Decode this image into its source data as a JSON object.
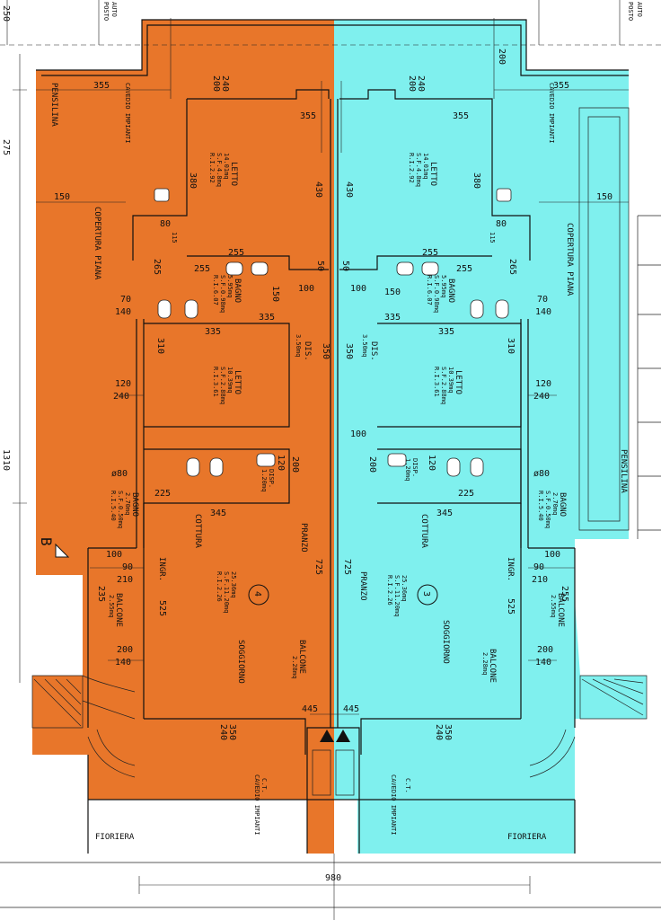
{
  "colors": {
    "unit_4": "#e8762a",
    "unit_3": "#7ff0ee",
    "walls": "#111111",
    "background": "#ffffff"
  },
  "corner_top": {
    "label_left_a": "POSTO",
    "label_left_b": "AUTO",
    "label_right_a": "POSTO",
    "label_right_b": "AUTO",
    "dim_250": "250",
    "dim_275": "275",
    "dim_1310": "1310"
  },
  "unit4": {
    "number": "4",
    "pensilina": "PENSILINA",
    "copertura": "COPERTURA PIANA",
    "cavedio_top": "CAVEDIO IMPIANTI",
    "letto1": {
      "name": "LETTO",
      "a": "14.01mq",
      "b": "S.F.4.8mq",
      "c": "R.I.2.92"
    },
    "bagno1": {
      "name": "BAGNO",
      "a": "5.95mq",
      "b": "S.F.0.98mq",
      "c": "R.I.6.07"
    },
    "letto2": {
      "name": "LETTO",
      "a": "10.39mq",
      "b": "S.F.2.88mq",
      "c": "R.I.3.61"
    },
    "dis": {
      "name": "DIS.",
      "a": "3.50mq"
    },
    "bagno2": {
      "name": "BAGNO",
      "a": "2.70mq",
      "b": "S.F.0.50mq",
      "c": "R.I.5.40"
    },
    "dispensa": {
      "name": "DISP.",
      "a": "1.20mq"
    },
    "soggiorno": {
      "name": "SOGGIORNO",
      "a": "25.36mq",
      "b": "S.F.11.20mq",
      "c": "R.I.2.26"
    },
    "cottura": "COTTURA",
    "pranzo": "PRANZO",
    "ingr": "INGR.",
    "balcone_side": {
      "name": "BALCONE",
      "a": "2.55mq"
    },
    "balcone_main": {
      "name": "BALCONE",
      "a": "2.28mq"
    },
    "ct": "C.T.",
    "cavedio_bottom": "CAVEDIO IMPIANTI",
    "fioriera": "FIORIERA",
    "section": "B"
  },
  "unit3": {
    "number": "3",
    "pensilina": "PENSILINA",
    "copertura": "COPERTURA PIANA",
    "cavedio_top": "CAVEDIO IMPIANTI",
    "letto1": {
      "name": "LETTO",
      "a": "14.01mq",
      "b": "S.F.4.8mq",
      "c": "R.I.2.92"
    },
    "bagno1": {
      "name": "BAGNO",
      "a": "5.95mq",
      "b": "S.F.0.98mq",
      "c": "R.I.6.07"
    },
    "letto2": {
      "name": "LETTO",
      "a": "10.39mq",
      "b": "S.F.2.88mq",
      "c": "R.I.3.61"
    },
    "dis": {
      "name": "DIS.",
      "a": "3.50mq"
    },
    "bagno2": {
      "name": "BAGNO",
      "a": "2.70mq",
      "b": "S.F.0.50mq",
      "c": "R.I.5.40"
    },
    "dispensa": {
      "name": "DISP.",
      "a": "1.20mq"
    },
    "soggiorno": {
      "name": "SOGGIORNO",
      "a": "25.36mq",
      "b": "S.F.11.20mq",
      "c": "R.I.2.26"
    },
    "cottura": "COTTURA",
    "pranzo": "PRANZO",
    "ingr": "INGR.",
    "balcone_side": {
      "name": "BALCONE",
      "a": "2.55mq"
    },
    "balcone_main": {
      "name": "BALCONE",
      "a": "2.28mq"
    },
    "ct": "C.T.",
    "cavedio_bottom": "CAVEDIO IMPIANTI",
    "fioriera": "FIORIERA"
  },
  "dims": {
    "d355": "355",
    "d200": "200",
    "d240": "240",
    "d380": "380",
    "d430": "430",
    "d150": "150",
    "d80": "80",
    "d115": "115",
    "d255": "255",
    "d265": "265",
    "d50": "50",
    "d100": "100",
    "d70": "70",
    "d140": "140",
    "d335": "335",
    "d310": "310",
    "d350": "350",
    "d120": "120",
    "d225": "225",
    "d345": "345",
    "d90": "90",
    "d210": "210",
    "d235": "235",
    "d525": "525",
    "d725": "725",
    "d445": "445",
    "d980": "980",
    "d280": "ø80"
  }
}
